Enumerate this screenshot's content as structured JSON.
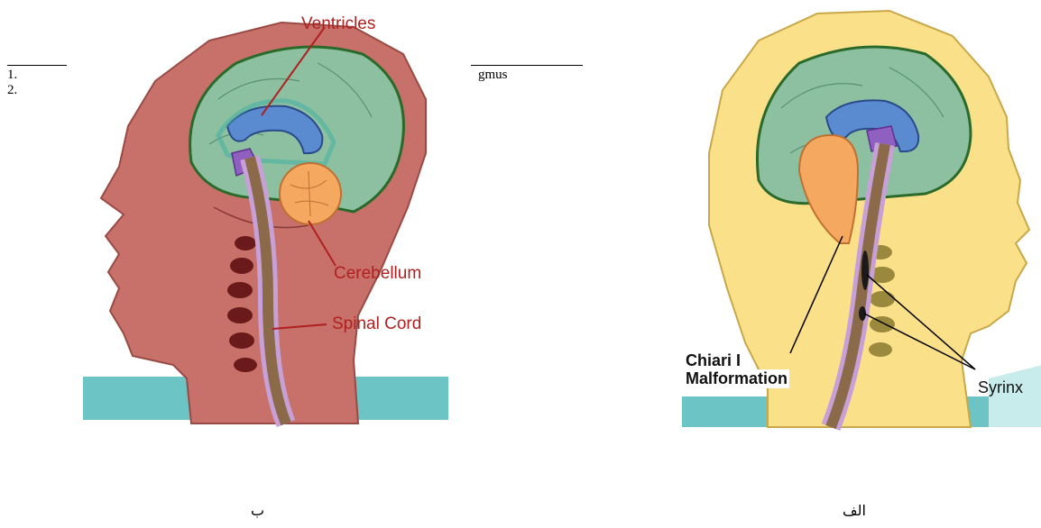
{
  "footnotes": {
    "item1_number": "1.",
    "item2_number": "2.",
    "partial_word": "gmus"
  },
  "left_figure": {
    "labels": {
      "ventricles": "Ventricles",
      "cerebellum": "Cerebellum",
      "spinal_cord": "Spinal Cord"
    },
    "caption": "ب"
  },
  "right_figure": {
    "labels": {
      "chiari_line1": "Chiari I",
      "chiari_line2": "Malformation",
      "syrinx": "Syrinx"
    },
    "caption": "الف"
  },
  "colors": {
    "left_skin": "#c8706a",
    "right_skin": "#fbe08a",
    "brain": "#8cc0a0",
    "ventricle": "#5a8ad0",
    "cerebellum": "#f4a860",
    "spinal": "#8a6a48",
    "water": "#6cc4c4",
    "label_red": "#b02020"
  }
}
